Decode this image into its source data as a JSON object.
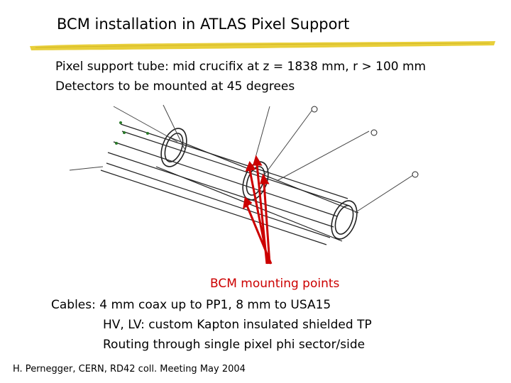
{
  "slide": {
    "title": "BCM installation in ATLAS Pixel Support",
    "lines": [
      "Pixel support tube: mid crucifix at z = 1838 mm, r > 100 mm",
      "Detectors to be mounted at 45 degrees"
    ],
    "annotation": "BCM mounting points",
    "cables": [
      "Cables: 4 mm coax up to PP1, 8 mm to USA15",
      "HV, LV: custom Kapton insulated shielded TP",
      "Routing through single pixel phi sector/side"
    ],
    "footer": "H. Pernegger, CERN, RD42 coll. Meeting May 2004"
  },
  "colors": {
    "underline": "#e8cf3a",
    "arrows": "#cc0000"
  },
  "icons": {
    "drawing": "pixel-support-tube-drawing"
  }
}
